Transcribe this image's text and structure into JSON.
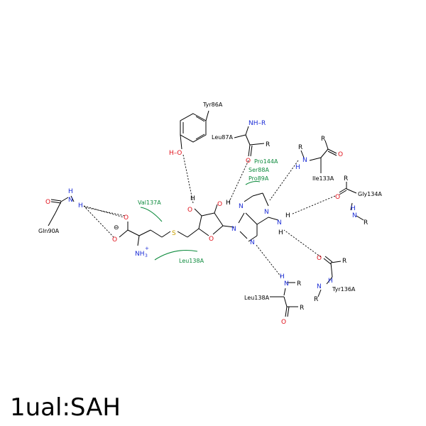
{
  "title": "1ual:SAH",
  "colors": {
    "bond": "#000000",
    "nitrogen": "#1a2bd6",
    "oxygen": "#e0101a",
    "sulfur": "#c8a000",
    "hydrophobic": "#0c8a3c"
  },
  "residues": {
    "tyr86": "Tyr86A",
    "leu87": "Leu87A",
    "pro144": "Pro144A",
    "ser88": "Ser88A",
    "pro89": "Pro89A",
    "ile133": "Ile133A",
    "gly134": "Gly134A",
    "val137": "Val137A",
    "gln90": "Gln90A",
    "leu138_arc": "Leu138A",
    "leu138": "Leu138A",
    "tyr136": "Tyr136A"
  },
  "atoms": {
    "N": "N",
    "O": "O",
    "H": "H",
    "S": "S",
    "R": "R",
    "NH": "NH",
    "NH3": "NH",
    "plus": "+",
    "three": "3",
    "minus": "⊖",
    "HO": "H–O",
    "NHR": "NH–R"
  }
}
